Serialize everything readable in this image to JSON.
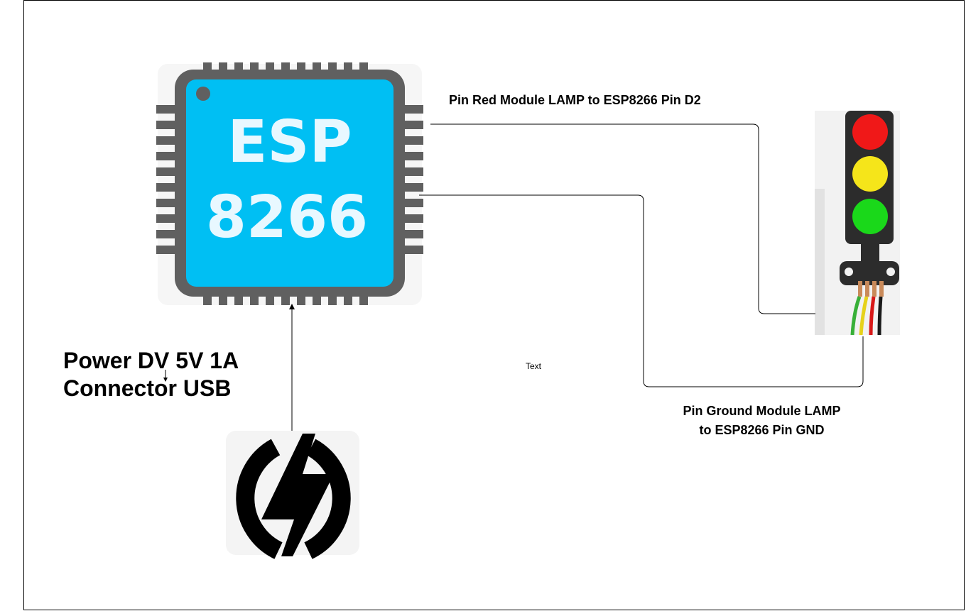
{
  "chip": {
    "line1": "ESP",
    "line2": "8266"
  },
  "labels": {
    "red_pin": "Pin Red Module LAMP to ESP8266 Pin D2",
    "ground_pin_line1": "Pin Ground  Module LAMP",
    "ground_pin_line2": "to ESP8266 Pin GND",
    "power_line1": "Power DV 5V  1A",
    "power_line2": "Connector USB",
    "placeholder": "Text"
  },
  "colors": {
    "chip_body": "#606060",
    "chip_die": "#00bff3",
    "lamp_red": "#f01818",
    "lamp_yellow": "#f5e51a",
    "lamp_green": "#1ad81a",
    "traffic_body": "#2c2c2c",
    "power_icon": "#000000",
    "wire": "#000000"
  },
  "icons": [
    "esp8266-chip-icon",
    "traffic-light-module-icon",
    "power-bolt-icon"
  ]
}
